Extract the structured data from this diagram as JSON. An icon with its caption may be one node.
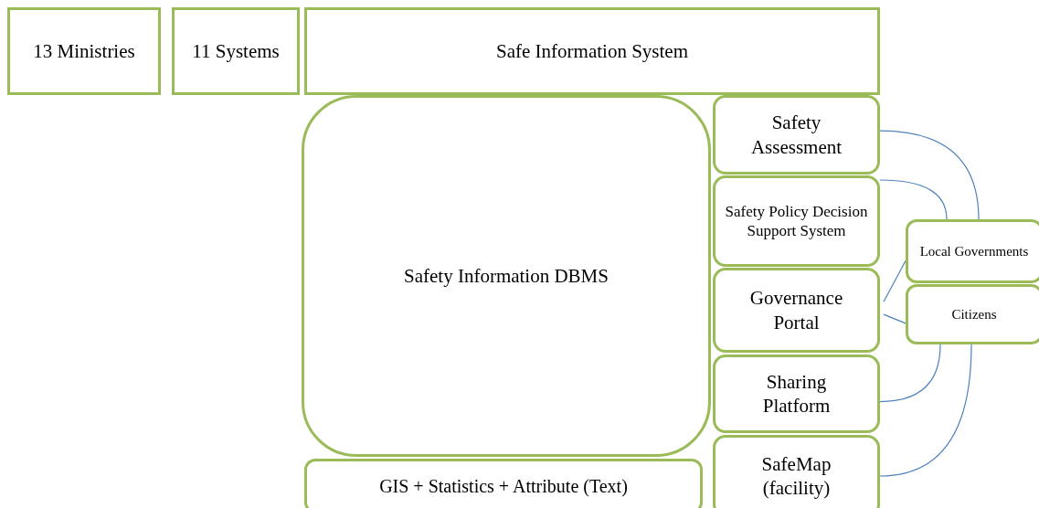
{
  "diagram": {
    "nodes": [
      {
        "text": [
          "13 Ministries"
        ]
      },
      {
        "text": [
          "11 Systems"
        ]
      },
      {
        "text": [
          "Safe Information System"
        ]
      },
      {
        "text": [
          "Safety Information DBMS"
        ]
      },
      {
        "text": [
          "GIS + Statistics + Attribute (Text)"
        ]
      },
      {
        "text": [
          "Safety Assessment"
        ]
      },
      {
        "text": [
          "Safety Policy Decision Support System"
        ]
      },
      {
        "text": [
          "Governance Portal"
        ]
      },
      {
        "text": [
          "Sharing Platform"
        ]
      },
      {
        "text": [
          "SafeMap (facility)"
        ]
      },
      {
        "text": [
          "Local Governments"
        ]
      },
      {
        "text": [
          "Citizens"
        ]
      }
    ],
    "edges": [
      {
        "from": 5,
        "to": 10,
        "arrow": "none"
      },
      {
        "from": 6,
        "to": 10,
        "arrow": "none"
      },
      {
        "from": 7,
        "to": 10,
        "arrow": "none"
      },
      {
        "from": 7,
        "to": 11,
        "arrow": "none"
      },
      {
        "from": 8,
        "to": 11,
        "arrow": "none"
      },
      {
        "from": 9,
        "to": 11,
        "arrow": "none"
      }
    ]
  }
}
